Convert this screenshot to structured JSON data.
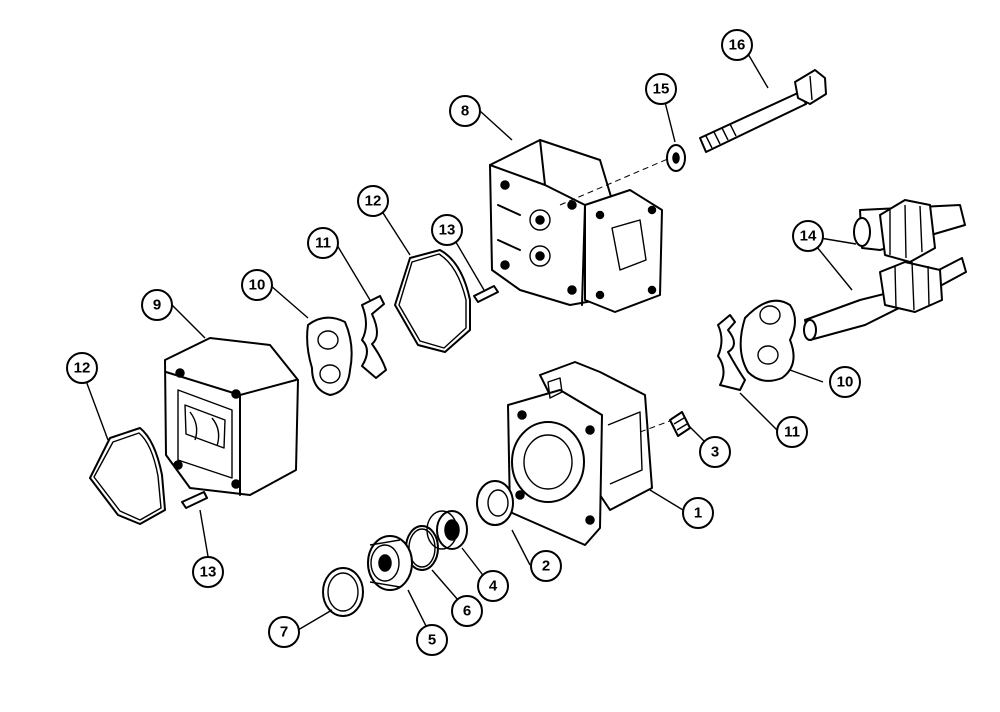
{
  "callouts": [
    {
      "key": "c1",
      "label": "1"
    },
    {
      "key": "c2",
      "label": "2"
    },
    {
      "key": "c3",
      "label": "3"
    },
    {
      "key": "c4",
      "label": "4"
    },
    {
      "key": "c5",
      "label": "5"
    },
    {
      "key": "c6",
      "label": "6"
    },
    {
      "key": "c7",
      "label": "7"
    },
    {
      "key": "c8",
      "label": "8"
    },
    {
      "key": "c9",
      "label": "9"
    },
    {
      "key": "c10a",
      "label": "10"
    },
    {
      "key": "c10b",
      "label": "10"
    },
    {
      "key": "c11a",
      "label": "11"
    },
    {
      "key": "c11b",
      "label": "11"
    },
    {
      "key": "c12a",
      "label": "12"
    },
    {
      "key": "c12b",
      "label": "12"
    },
    {
      "key": "c13a",
      "label": "13"
    },
    {
      "key": "c13b",
      "label": "13"
    },
    {
      "key": "c14",
      "label": "14"
    },
    {
      "key": "c15",
      "label": "15"
    },
    {
      "key": "c16",
      "label": "16"
    }
  ]
}
